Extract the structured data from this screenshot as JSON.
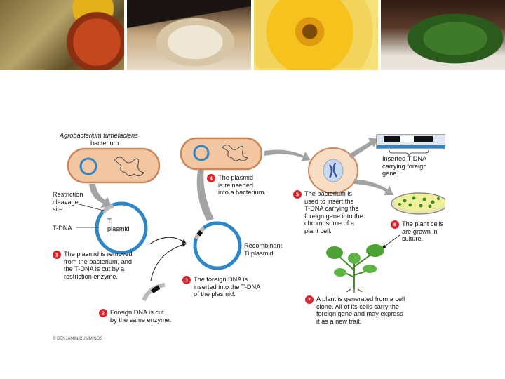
{
  "banner": {
    "photos": [
      "spices-photo",
      "dumplings-photo",
      "flower-photo",
      "greens-photo"
    ]
  },
  "diagram": {
    "organism_name": "Agrobacterium tumefaciens",
    "organism_type": "bacterium",
    "restriction_site_label": "Restriction\ncleavage\nsite",
    "tdna_label": "T-DNA",
    "ti_plasmid_label": "Ti\nplasmid",
    "recombinant_label": "Recombinant\nTi plasmid",
    "inserted_tdna_label": "Inserted T-DNA\ncarrying foreign\ngene",
    "steps": [
      {
        "num": "1",
        "text": "The plasmid is removed\nfrom the bacterium, and\nthe T-DNA is cut by a\nrestriction enzyme."
      },
      {
        "num": "2",
        "text": "Foreign DNA is cut\nby the same enzyme."
      },
      {
        "num": "3",
        "text": "The foreign DNA is\ninserted into the T-DNA\nof the plasmid."
      },
      {
        "num": "4",
        "text": "The plasmid\nis reinserted\ninto a bacterium."
      },
      {
        "num": "5",
        "text": "The bacterium is\nused to insert the\nT-DNA carrying the\nforeign gene into the\nchromosome of a\nplant cell."
      },
      {
        "num": "6",
        "text": "The plant cells\nare grown in\nculture."
      },
      {
        "num": "7",
        "text": "A plant is generated from a cell\nclone. All of its cells carry the\nforeign gene and may express\nit as a new trait."
      }
    ],
    "copyright": "© BENJAMIN/CUMMINGS",
    "colors": {
      "step_badge": "#d8262c",
      "plasmid": "#2f86c6",
      "cell": "#f2c5a0",
      "arrow": "#9a9a9a"
    }
  }
}
